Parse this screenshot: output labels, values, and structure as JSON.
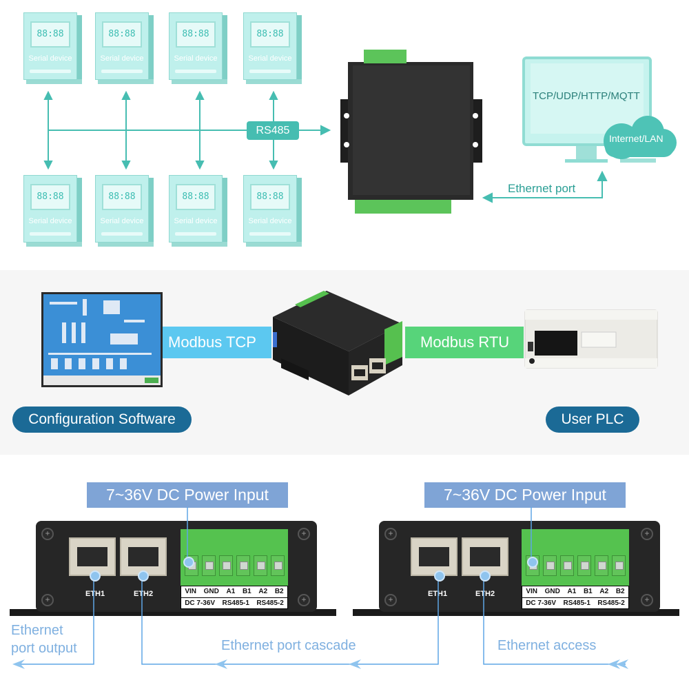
{
  "serial_devices": [
    {
      "display": "88:88",
      "label": "Serial device"
    },
    {
      "display": "88:88",
      "label": "Serial device"
    },
    {
      "display": "88:88",
      "label": "Serial device"
    },
    {
      "display": "88:88",
      "label": "Serial device"
    },
    {
      "display": "88:88",
      "label": "Serial device"
    },
    {
      "display": "88:88",
      "label": "Serial device"
    },
    {
      "display": "88:88",
      "label": "Serial device"
    },
    {
      "display": "88:88",
      "label": "Serial device"
    }
  ],
  "top": {
    "bus_label": "RS485",
    "monitor_text": "TCP/UDP/HTTP/MQTT",
    "cloud_text": "Internet/LAN",
    "ethernet_label": "Ethernet port"
  },
  "middle": {
    "left_link": "Modbus TCP",
    "right_link": "Modbus RTU",
    "left_caption": "Configuration Software",
    "right_caption": "User PLC"
  },
  "bottom": {
    "units": [
      {
        "power_label": "7~36V DC Power Input",
        "eth1": "ETH1",
        "eth2": "ETH2",
        "pins_row1": [
          "VIN",
          "GND",
          "A1",
          "B1",
          "A2",
          "B2"
        ],
        "pins_row2": [
          "DC 7-36V",
          "RS485-1",
          "RS485-2"
        ]
      },
      {
        "power_label": "7~36V DC Power Input",
        "eth1": "ETH1",
        "eth2": "ETH2",
        "pins_row1": [
          "VIN",
          "GND",
          "A1",
          "B1",
          "A2",
          "B2"
        ],
        "pins_row2": [
          "DC 7-36V",
          "RS485-1",
          "RS485-2"
        ]
      }
    ],
    "label_output": [
      "Ethernet",
      "port output"
    ],
    "label_cascade": "Ethernet port cascade",
    "label_access": "Ethernet access"
  },
  "colors": {
    "teal": "#46bdb1",
    "teal_light": "#bff0ec",
    "blue_link": "#5cc8f0",
    "green_link": "#57d47a",
    "navy_pill": "#1b6a96",
    "label_blue": "#7fa4d6",
    "arrow_blue": "#5fa6e6"
  }
}
